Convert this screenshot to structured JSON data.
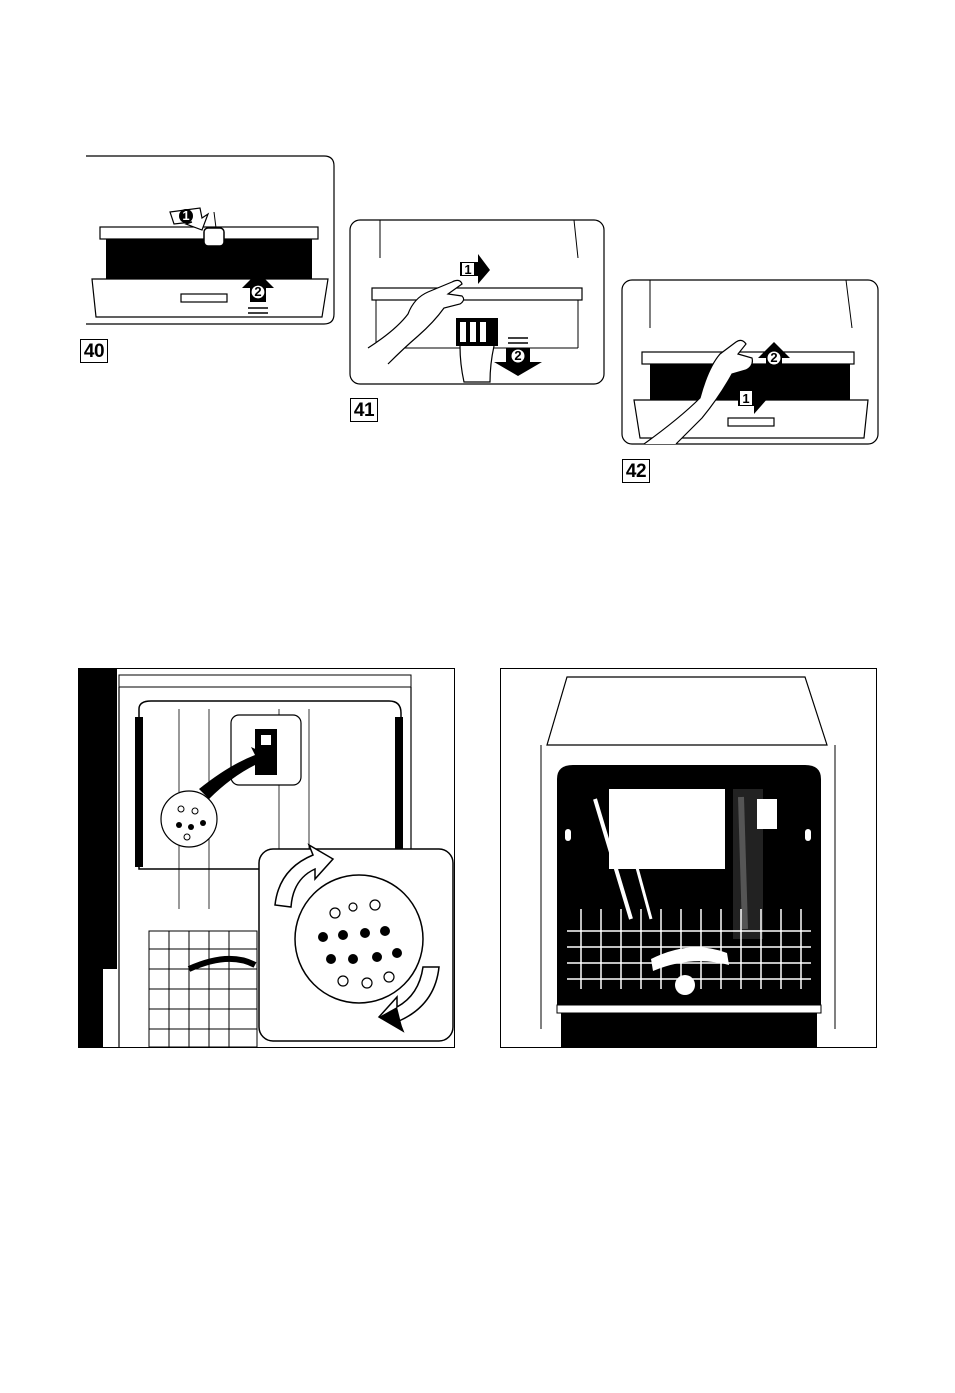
{
  "figures": {
    "fig40": {
      "label": "40",
      "steps": [
        "1",
        "2"
      ]
    },
    "fig41": {
      "label": "41",
      "steps": [
        "1",
        "2"
      ]
    },
    "fig42": {
      "label": "42",
      "steps": [
        "1",
        "2"
      ]
    }
  },
  "photos": {
    "spray_arm_photo": {
      "icon": "spray-arm-removal-photo"
    },
    "open_dishwasher_photo": {
      "icon": "open-dishwasher-photo"
    }
  }
}
